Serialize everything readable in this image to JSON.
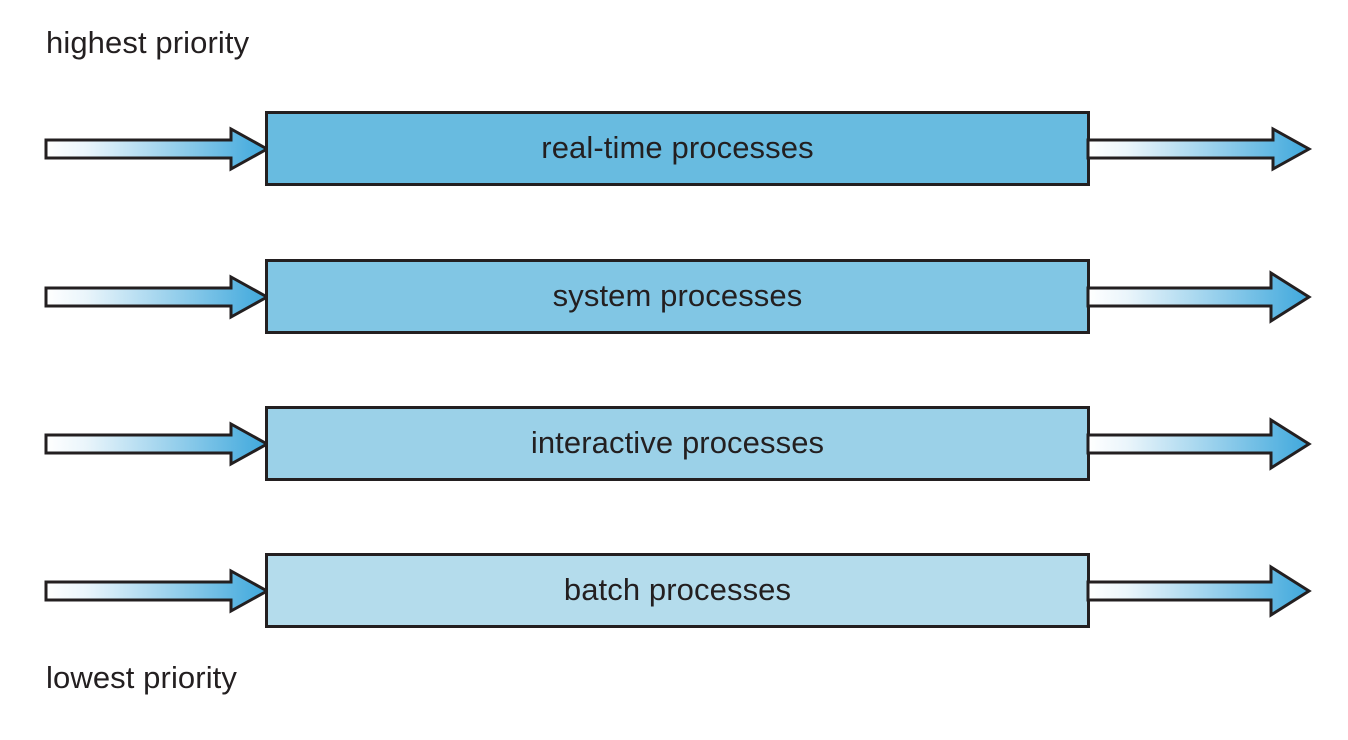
{
  "diagram": {
    "title_top": "highest priority",
    "title_bottom": "lowest priority",
    "colors": {
      "outline": "#231f20",
      "text": "#231f20",
      "background": "#ffffff",
      "arrow_gradient_start": "#ffffff",
      "arrow_gradient_end": "#3fa8dc"
    },
    "rows": [
      {
        "label": "real-time processes",
        "fill": "#68bbe0",
        "priority_rank": 1,
        "inbound_arrow": "incoming-arrow",
        "outbound_arrow": "outgoing-arrow"
      },
      {
        "label": "system processes",
        "fill": "#81c6e4",
        "priority_rank": 2,
        "inbound_arrow": "incoming-arrow",
        "outbound_arrow": "outgoing-arrow"
      },
      {
        "label": "interactive processes",
        "fill": "#9bd1e8",
        "priority_rank": 3,
        "inbound_arrow": "incoming-arrow",
        "outbound_arrow": "outgoing-arrow"
      },
      {
        "label": "batch processes",
        "fill": "#b4dcec",
        "priority_rank": 4,
        "inbound_arrow": "incoming-arrow",
        "outbound_arrow": "outgoing-arrow"
      }
    ]
  }
}
